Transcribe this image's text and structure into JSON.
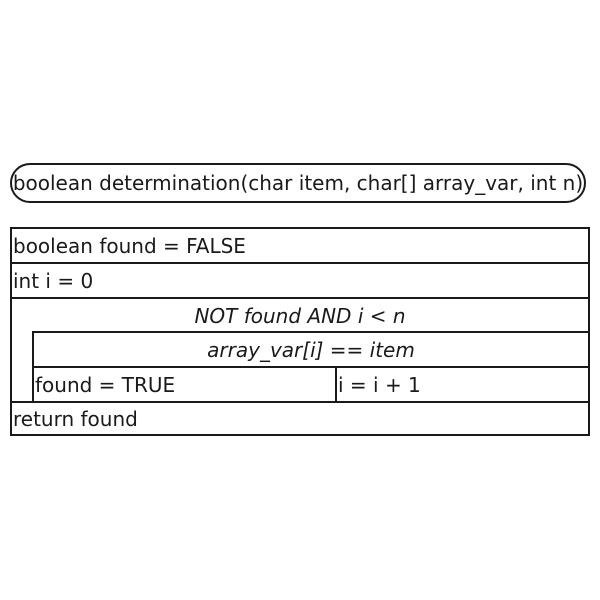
{
  "function_header": "boolean determination(char item, char[] array_var, int n)",
  "statements": {
    "init_found": "boolean found = FALSE",
    "init_i": "int i = 0",
    "loop_condition": "NOT found AND i < n",
    "if_condition": "array_var[i] == item",
    "then_branch": "found = TRUE",
    "else_branch": "i = i + 1",
    "return_statement": "return found"
  },
  "colors": {
    "line": "#1a1a1a",
    "background": "#ffffff"
  }
}
